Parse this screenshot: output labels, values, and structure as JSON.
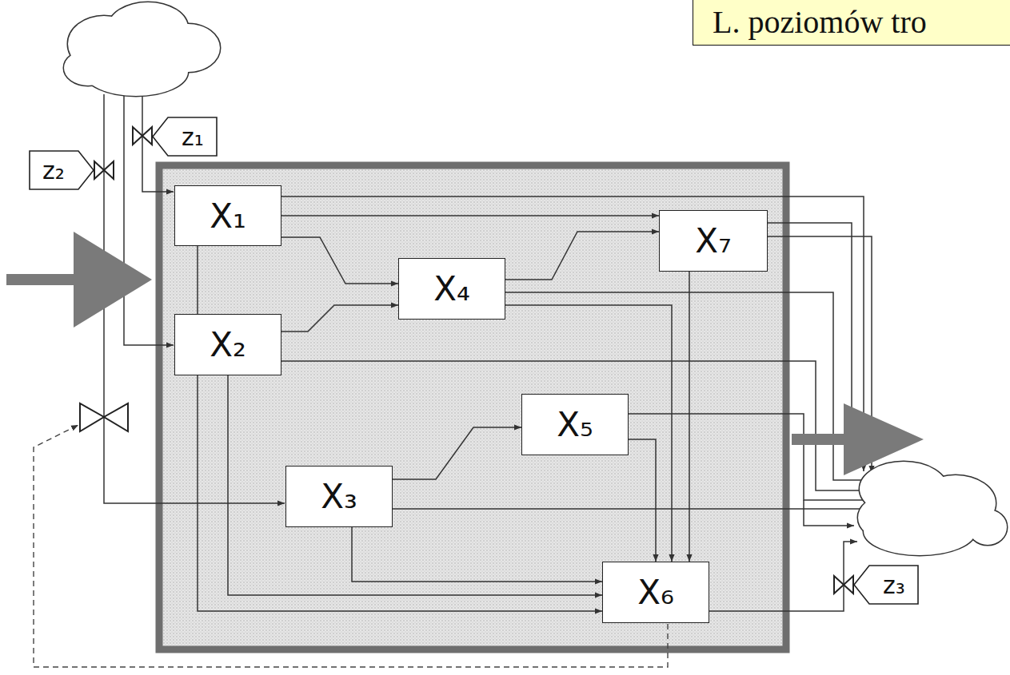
{
  "diagram": {
    "nodes": [
      {
        "text": [
          "L. poziomów tro"
        ]
      },
      {
        "text": [
          "z₁"
        ]
      },
      {
        "text": [
          "z₂"
        ]
      },
      {
        "text": [
          "X₁"
        ]
      },
      {
        "text": [
          "X₇"
        ]
      },
      {
        "text": [
          "X₄"
        ]
      },
      {
        "text": [
          "X₂"
        ]
      },
      {
        "text": [
          "X₅"
        ]
      },
      {
        "text": [
          "X₃"
        ]
      },
      {
        "text": [
          "X₆"
        ]
      },
      {
        "text": [
          "z₃"
        ]
      }
    ],
    "edges": [
      {
        "from": 3,
        "to": 4,
        "arrow": "to"
      },
      {
        "from": 3,
        "to": 5,
        "arrow": "to"
      },
      {
        "from": 6,
        "to": 5,
        "arrow": "to"
      },
      {
        "from": 5,
        "to": 4,
        "arrow": "to"
      },
      {
        "from": 8,
        "to": 7,
        "arrow": "to"
      },
      {
        "from": 3,
        "to": 9,
        "arrow": "to"
      },
      {
        "from": 6,
        "to": 9,
        "arrow": "to"
      },
      {
        "from": 8,
        "to": 9,
        "arrow": "to"
      },
      {
        "from": 5,
        "to": 9,
        "arrow": "to"
      },
      {
        "from": 7,
        "to": 9,
        "arrow": "to"
      },
      {
        "from": 4,
        "to": 9,
        "arrow": "to"
      }
    ]
  }
}
